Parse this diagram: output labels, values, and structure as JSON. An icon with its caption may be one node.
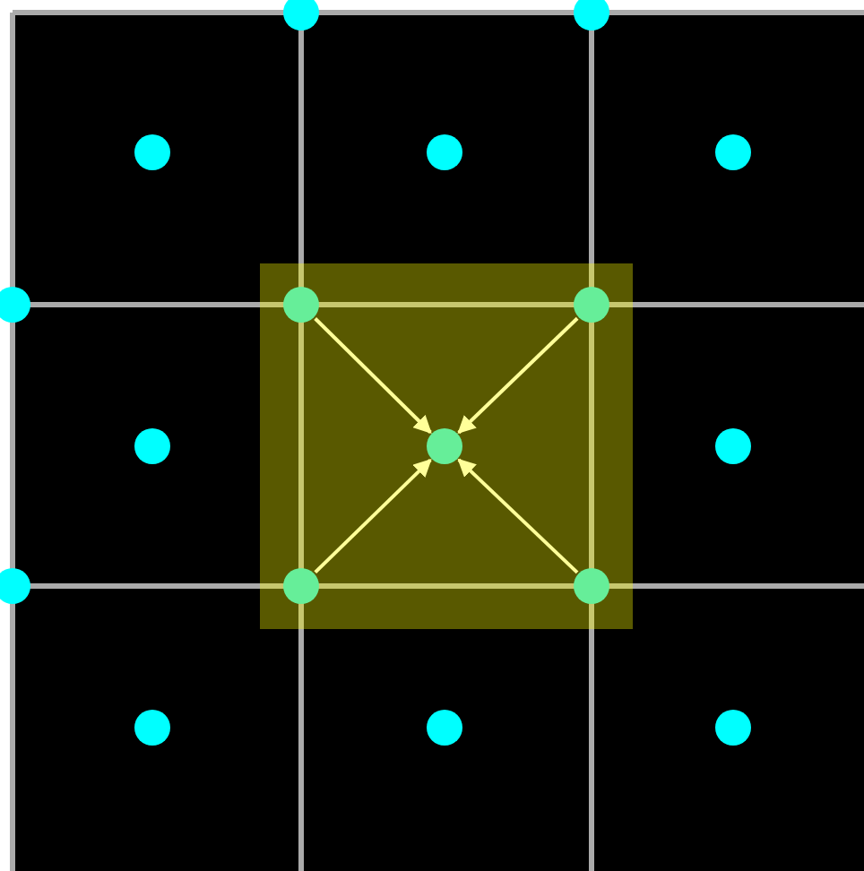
{
  "diagram": {
    "nodes": [
      {
        "text": [],
        "shape": "circle"
      },
      {
        "text": [],
        "shape": "circle"
      },
      {
        "text": [],
        "shape": "circle"
      },
      {
        "text": [],
        "shape": "circle"
      },
      {
        "text": [],
        "shape": "circle"
      }
    ],
    "edges": [
      {
        "from": 0,
        "to": 2,
        "arrow": "to"
      },
      {
        "from": 1,
        "to": 2,
        "arrow": "to"
      },
      {
        "from": 3,
        "to": 2,
        "arrow": "to"
      },
      {
        "from": 4,
        "to": 2,
        "arrow": "to"
      }
    ]
  }
}
